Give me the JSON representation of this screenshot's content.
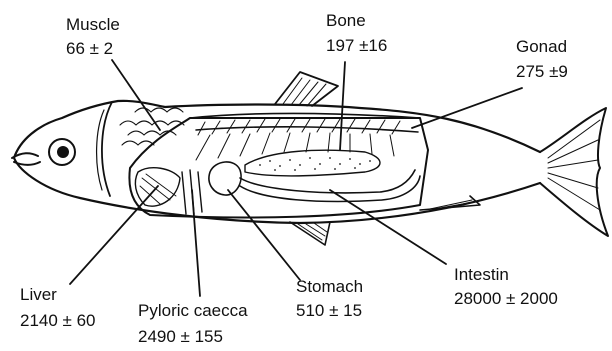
{
  "labels": {
    "muscle": {
      "name": "Muscle",
      "value": "66 ± 2"
    },
    "bone": {
      "name": "Bone",
      "value": "197 ±16"
    },
    "gonad": {
      "name": "Gonad",
      "value": "275 ±9"
    },
    "liver": {
      "name": "Liver",
      "value": "2140 ± 60"
    },
    "pyloric": {
      "name": "Pyloric caecca",
      "value": "2490 ± 155"
    },
    "stomach": {
      "name": "Stomach",
      "value": "510 ± 15"
    },
    "intestin": {
      "name": "Intestin",
      "value": "28000 ± 2000"
    }
  },
  "colors": {
    "ink": "#111111",
    "background": "#ffffff"
  }
}
